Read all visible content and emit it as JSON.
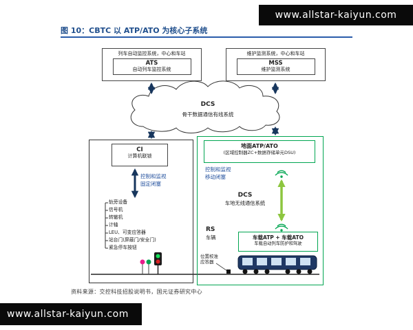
{
  "watermarks": {
    "top": "www.allstar-kaiyun.com",
    "bottom": "www.allstar-kaiyun.com"
  },
  "figure": {
    "title": "图 10：CBTC 以 ATP/ATO 为核心子系统",
    "source": "资料来源：交控科技招股说明书，国元证券研究中心"
  },
  "ats": {
    "outer": "列车自动监控系统，中心和车站",
    "abbr": "ATS",
    "name": "自动列车监控系统"
  },
  "mss": {
    "outer": "维护监测系统，中心和车站",
    "abbr": "MSS",
    "name": "维护监测系统"
  },
  "cloud": {
    "abbr": "DCS",
    "name": "骨干数据通信有线系统"
  },
  "ci": {
    "abbr": "CI",
    "name": "计算机联锁",
    "note1": "控制和监视",
    "note2": "固定闭塞"
  },
  "trackside": {
    "items": [
      "轨旁设备",
      "信号机",
      "转辙机",
      "计轴",
      "LEU、可变应答器",
      "站台门(屏蔽门/安全门)",
      "紧急停车按钮"
    ]
  },
  "ground": {
    "title": "地面ATP/ATO",
    "sub": "(区域控制器ZC+数据存储单元DSU)",
    "note1": "控制和监视",
    "note2": "移动闭塞"
  },
  "wireless": {
    "abbr": "DCS",
    "name": "车地无线通信系统"
  },
  "rs": {
    "abbr": "RS",
    "name": "车辆"
  },
  "onboard": {
    "title": "车载ATP + 车载ATO",
    "sub": "车载自动列车防护和驾驶"
  },
  "balise": {
    "line1": "位置校准",
    "line2": "应答器"
  },
  "colors": {
    "accent_blue": "#1f4e8c",
    "green": "#00a550",
    "arrow_navy": "#17365d",
    "arrow_green": "#8dc63f"
  }
}
